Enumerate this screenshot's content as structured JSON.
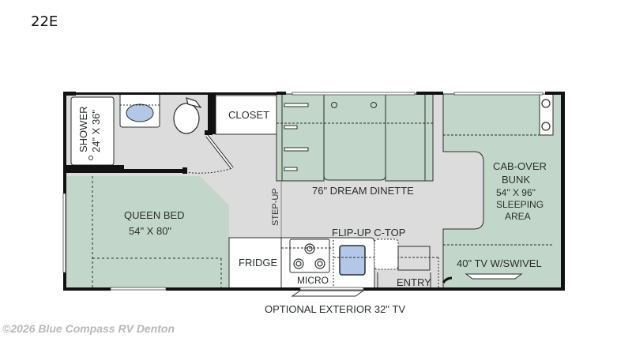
{
  "header": {
    "model": "22E"
  },
  "floorplan": {
    "colors": {
      "sleep_area": "#c2d7c9",
      "floor": "#dcdcdc",
      "wall": "#111111",
      "fixture": "#ffffff",
      "basin_blue": "#b3c7e6"
    },
    "labels": {
      "shower_line1": "SHOWER",
      "shower_line2": "24\" X 36\"",
      "closet": "CLOSET",
      "dinette": "76\" DREAM DINETTE",
      "cabover_line1": "CAB-OVER",
      "cabover_line2": "BUNK",
      "cabover_line3": "54\" X 96\"",
      "cabover_line4": "SLEEPING",
      "cabover_line5": "AREA",
      "queen_line1": "QUEEN BED",
      "queen_line2": "54\" X 80\"",
      "step_up": "STEP-UP",
      "flip_up": "FLIP-UP C-TOP",
      "fridge": "FRIDGE",
      "micro": "MICRO",
      "entry": "ENTRY",
      "tv_swivel": "40\" TV W/SWIVEL",
      "exterior_tv": "OPTIONAL EXTERIOR 32\" TV"
    }
  },
  "footer": {
    "watermark": "©2026 Blue Compass RV Denton"
  }
}
